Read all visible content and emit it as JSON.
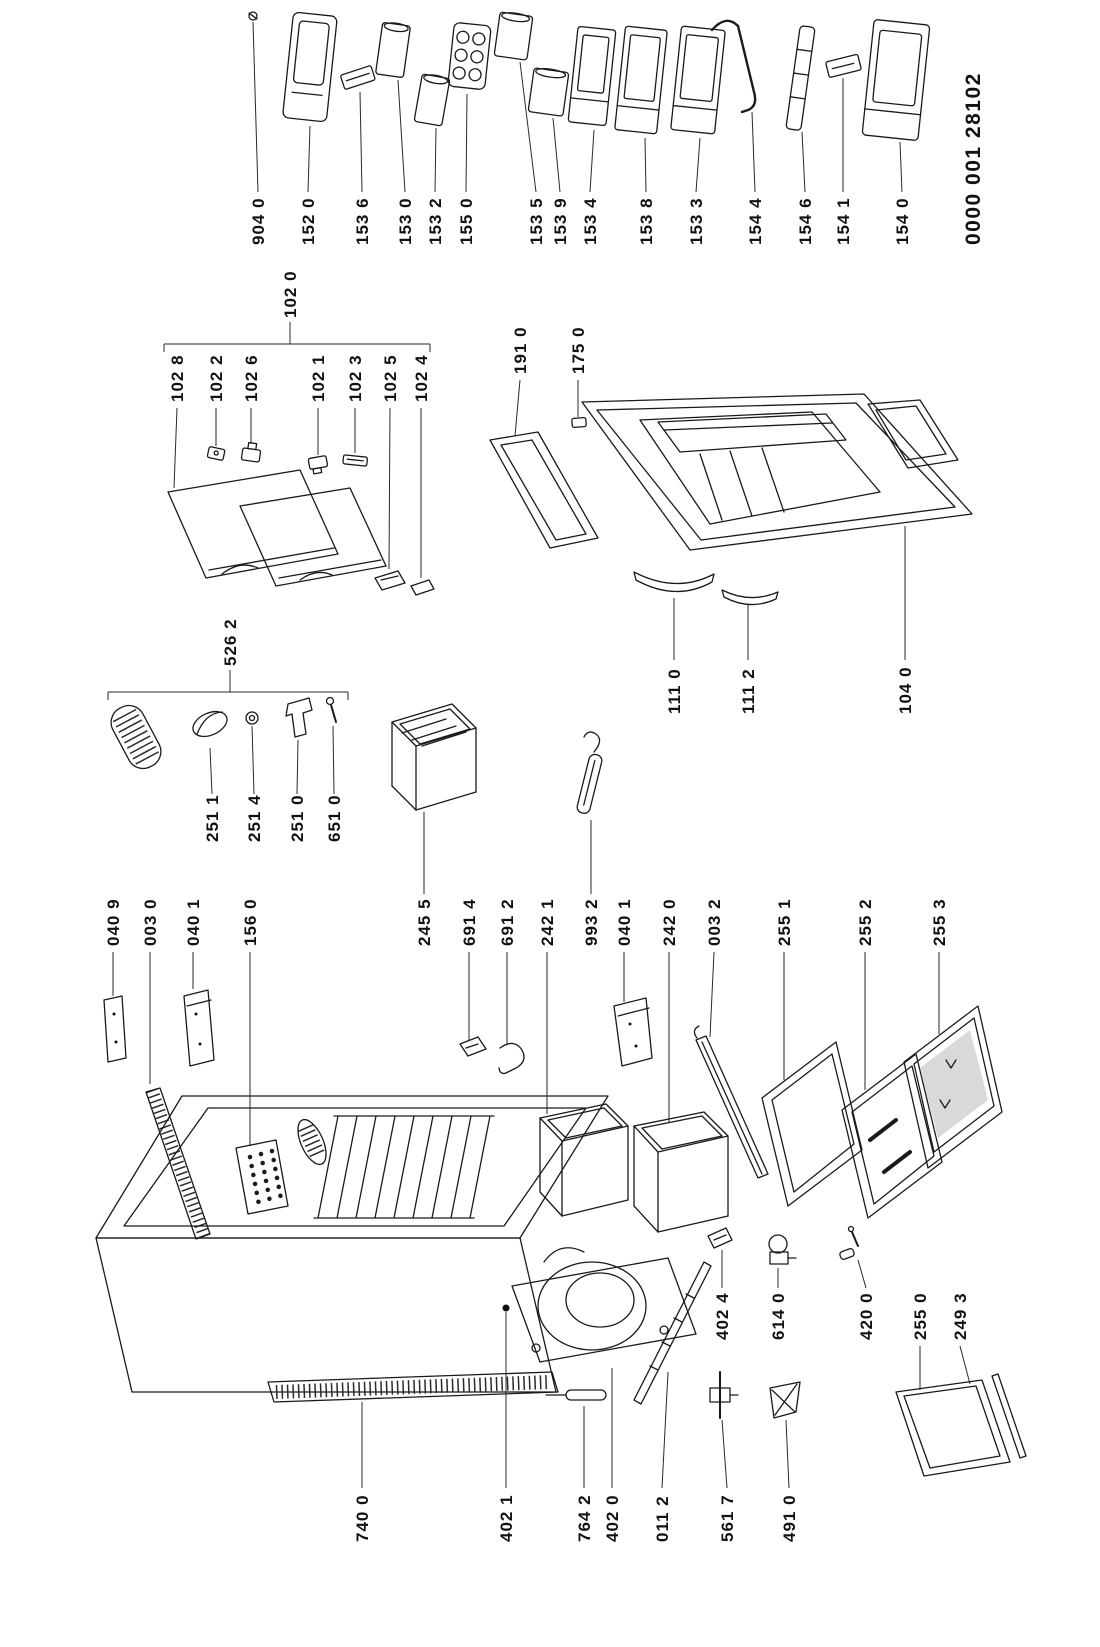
{
  "colors": {
    "ink": "#1a1a1a",
    "paper": "#ffffff",
    "glass_shade": "#d9d9d9"
  },
  "doc_number": "0000 001 28102",
  "labels": {
    "top_row": [
      "904 0",
      "152 0",
      "153 6",
      "153 0",
      "153 2",
      "155 0",
      "153 5",
      "153 9",
      "153 4",
      "153 8",
      "153 3",
      "154 4",
      "154 6",
      "154 1",
      "154 0"
    ],
    "shelf_group": {
      "parent": "102 0",
      "children": [
        "102 8",
        "102 2",
        "102 6",
        "102 1",
        "102 3",
        "102 5",
        "102 4"
      ]
    },
    "door_group": {
      "top": [
        "191 0",
        "175 0"
      ],
      "bottom": [
        "111 0",
        "111 2",
        "104 0"
      ]
    },
    "lamp_group": {
      "parent": "526 2",
      "children": [
        "251 1",
        "251 4",
        "251 0",
        "651 0"
      ]
    },
    "mid_row": [
      "040 9",
      "003 0",
      "040 1",
      "156 0",
      "245 5",
      "691 4",
      "691 2",
      "242 1",
      "993 2",
      "040 1",
      "242 0",
      "003 2",
      "255 1",
      "255 2",
      "255 3"
    ],
    "right_column": [
      "402 4",
      "614 0",
      "420 0",
      "255 0",
      "249 3"
    ],
    "bottom_row": [
      "740 0",
      "402 1",
      "764 2",
      "402 0",
      "011 2",
      "561 7",
      "491 0"
    ]
  }
}
